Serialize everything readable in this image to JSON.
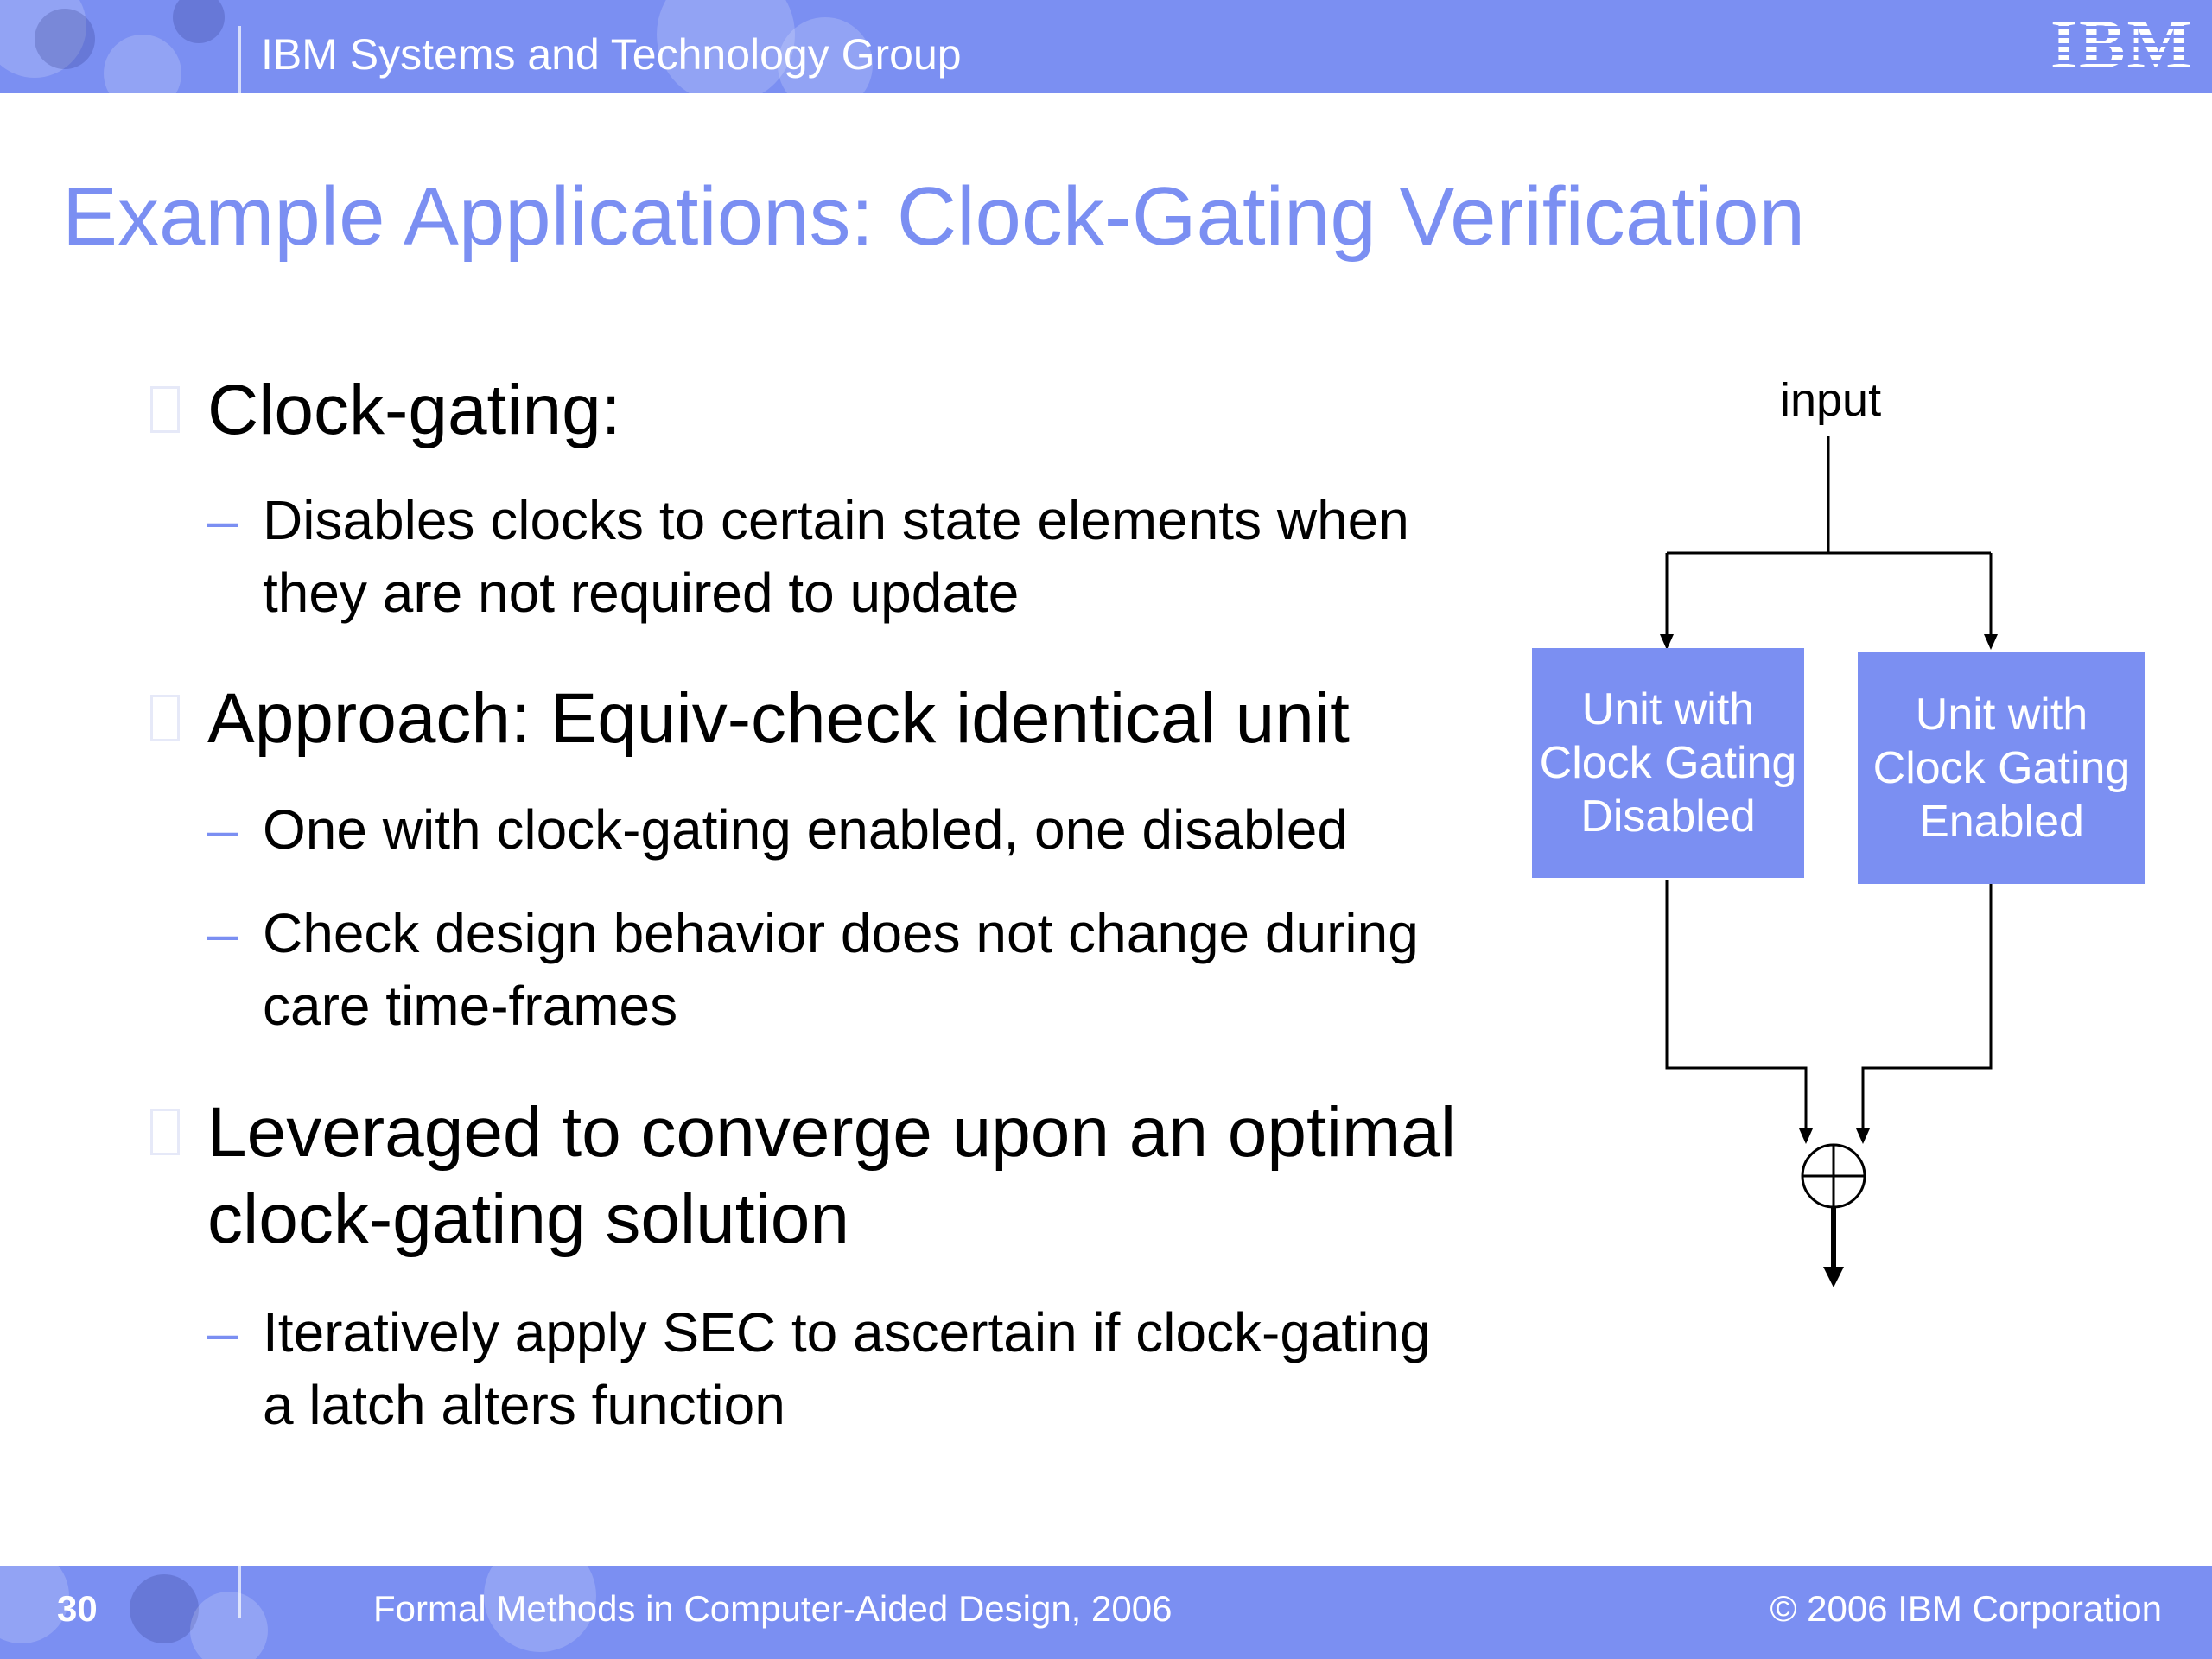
{
  "header": {
    "group_name": "IBM Systems and Technology Group",
    "logo_text": "IBM"
  },
  "slide": {
    "title": "Example Applications: Clock-Gating Verification",
    "bullets": [
      {
        "text": "Clock-gating:",
        "subs": [
          "Disables clocks to certain state elements when",
          "they are not required to update"
        ]
      },
      {
        "text": "Approach: Equiv-check identical unit",
        "subs": [
          "One with clock-gating enabled, one disabled",
          "Check design behavior does not change during",
          "care time-frames"
        ]
      },
      {
        "text_lines": [
          "Leveraged to converge upon an optimal",
          "clock-gating solution"
        ],
        "subs": [
          "Iteratively apply SEC to ascertain if clock-gating",
          "a latch alters function"
        ]
      }
    ]
  },
  "diagram": {
    "input_label": "input",
    "unit_disabled": "Unit with\nClock Gating\nDisabled",
    "unit_enabled": "Unit with\nClock Gating\nEnabled",
    "xor_icon": "xor-circle-icon"
  },
  "footer": {
    "page_number": "30",
    "conference": "Formal Methods in Computer-Aided Design, 2006",
    "copyright": "© 2006 IBM Corporation"
  },
  "colors": {
    "accent": "#7b8ff2",
    "text": "#000000",
    "bullet_square": "#e6e9f8"
  }
}
